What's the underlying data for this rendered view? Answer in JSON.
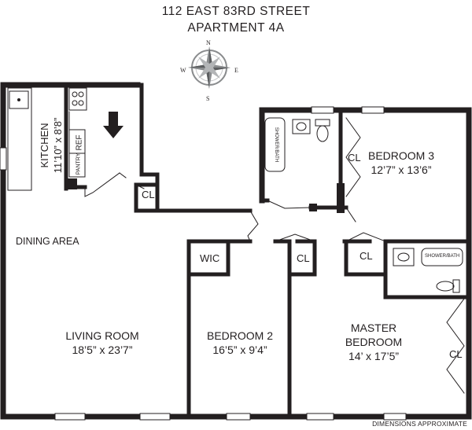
{
  "header": {
    "address": "112 EAST 83RD STREET",
    "unit": "APARTMENT 4A"
  },
  "compass": {
    "n": "N",
    "s": "S",
    "e": "E",
    "w": "W"
  },
  "rooms": {
    "kitchen": {
      "name": "KITCHEN",
      "dims": "11’10” x 8’8”"
    },
    "ref": "REF",
    "pantry": "PANTRY",
    "dining": "DINING AREA",
    "living": {
      "name": "LIVING ROOM",
      "dims": "18’5” x 23’7”"
    },
    "bedroom2": {
      "name": "BEDROOM 2",
      "dims": "16’5” x 9’4”"
    },
    "bedroom3": {
      "name": "BEDROOM 3",
      "dims": "12’7” x 13’6”"
    },
    "master": {
      "name1": "MASTER",
      "name2": "BEDROOM",
      "dims": "14’ x 17’5”"
    },
    "wic": "WIC",
    "closet": "CL",
    "shower1": "SHOWER/BATH",
    "shower2": "SHOWER/BATH"
  },
  "footer": {
    "note": "DIMENSIONS APPROXIMATE"
  }
}
